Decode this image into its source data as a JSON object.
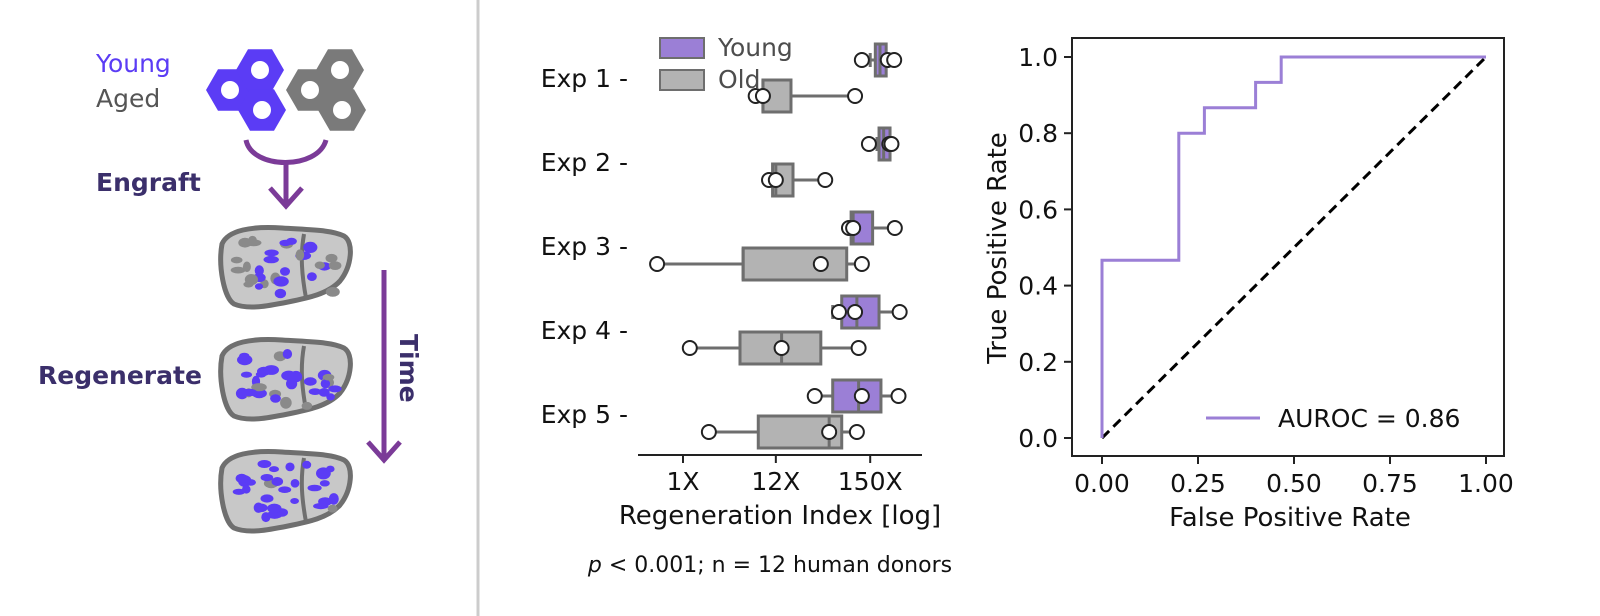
{
  "colors": {
    "young": "#5b3cf5",
    "young_box": "#9b7fd6",
    "aged": "#7a7a7a",
    "aged_box": "#b3b3b3",
    "arrow": "#7b3b98",
    "label": "#3b2f6b",
    "roc": "#9b7fd6",
    "divider": "#cccccc"
  },
  "schema": {
    "legend_young": "Young",
    "legend_aged": "Aged",
    "step_engraft": "Engraft",
    "step_regenerate": "Regenerate",
    "time_label": "Time",
    "icons": [
      "hexagon-cluster-young-icon",
      "hexagon-cluster-aged-icon",
      "liver-icon",
      "arrow-down-icon"
    ],
    "liver_young_fraction": [
      0.35,
      0.6,
      0.85
    ]
  },
  "chart_data": [
    {
      "type": "box",
      "orientation": "horizontal",
      "xscale": "log",
      "xlabel": "Regeneration Index [log]",
      "x_ticks": [
        {
          "value": 1,
          "label": "1X"
        },
        {
          "value": 12,
          "label": "12X"
        },
        {
          "value": 150,
          "label": "150X"
        }
      ],
      "xlim": [
        0.3,
        600
      ],
      "categories": [
        "Exp 1",
        "Exp 2",
        "Exp 3",
        "Exp 4",
        "Exp 5"
      ],
      "legend": [
        "Young",
        "Old"
      ],
      "legend_position": "top-left",
      "series": [
        {
          "name": "Young",
          "boxes": [
            {
              "whislo": 150,
              "q1": 172,
              "med": 195,
              "q3": 230,
              "whishi": 280,
              "points": [
                120,
                240,
                285
              ]
            },
            {
              "whislo": 180,
              "q1": 190,
              "med": 215,
              "q3": 255,
              "whishi": 275,
              "points": [
                145,
                250,
                265
              ]
            },
            {
              "whislo": 80,
              "q1": 90,
              "med": 95,
              "q3": 160,
              "whishi": 290,
              "points": [
                85,
                95,
                290
              ]
            },
            {
              "whislo": 55,
              "q1": 70,
              "med": 105,
              "q3": 190,
              "whishi": 330,
              "points": [
                65,
                100,
                330
              ]
            },
            {
              "whislo": 35,
              "q1": 55,
              "med": 110,
              "q3": 200,
              "whishi": 320,
              "points": [
                34,
                120,
                320
              ]
            }
          ]
        },
        {
          "name": "Old",
          "boxes": [
            {
              "whislo": 7,
              "q1": 8.5,
              "med": 8.5,
              "q3": 18,
              "whishi": 100,
              "points": [
                7,
                8.5,
                100
              ]
            },
            {
              "whislo": 10,
              "q1": 11,
              "med": 12,
              "q3": 19,
              "whishi": 45,
              "points": [
                10,
                12,
                45
              ]
            },
            {
              "whislo": 0.5,
              "q1": 5,
              "med": 5,
              "q3": 80,
              "whishi": 120,
              "points": [
                0.5,
                40,
                120
              ]
            },
            {
              "whislo": 1.2,
              "q1": 4.6,
              "med": 14,
              "q3": 40,
              "whishi": 110,
              "points": [
                1.2,
                14,
                110
              ]
            },
            {
              "whislo": 2,
              "q1": 7.5,
              "med": 50,
              "q3": 70,
              "whishi": 105,
              "points": [
                2,
                50,
                105
              ]
            }
          ]
        }
      ],
      "footnote_prefix": "p",
      "footnote_rest": " < 0.001; n = 12 human donors"
    },
    {
      "type": "line",
      "title": "",
      "xlabel": "False Positive Rate",
      "ylabel": "True Positive Rate",
      "xlim": [
        0,
        1
      ],
      "ylim": [
        0,
        1
      ],
      "x_ticks": [
        "0.00",
        "0.25",
        "0.50",
        "0.75",
        "1.00"
      ],
      "y_ticks": [
        "0.0",
        "0.2",
        "0.4",
        "0.6",
        "0.8",
        "1.0"
      ],
      "legend_position": "lower-right",
      "series": [
        {
          "name": "AUROC = 0.86",
          "style": "step",
          "x": [
            0.0,
            0.0,
            0.2,
            0.2,
            0.2667,
            0.2667,
            0.4,
            0.4,
            0.4667,
            0.4667,
            1.0
          ],
          "y": [
            0.0,
            0.4667,
            0.4667,
            0.8,
            0.8,
            0.8667,
            0.8667,
            0.9333,
            0.9333,
            1.0,
            1.0
          ]
        },
        {
          "style": "dashed-diagonal",
          "x": [
            0,
            1
          ],
          "y": [
            0,
            1
          ]
        }
      ]
    }
  ]
}
